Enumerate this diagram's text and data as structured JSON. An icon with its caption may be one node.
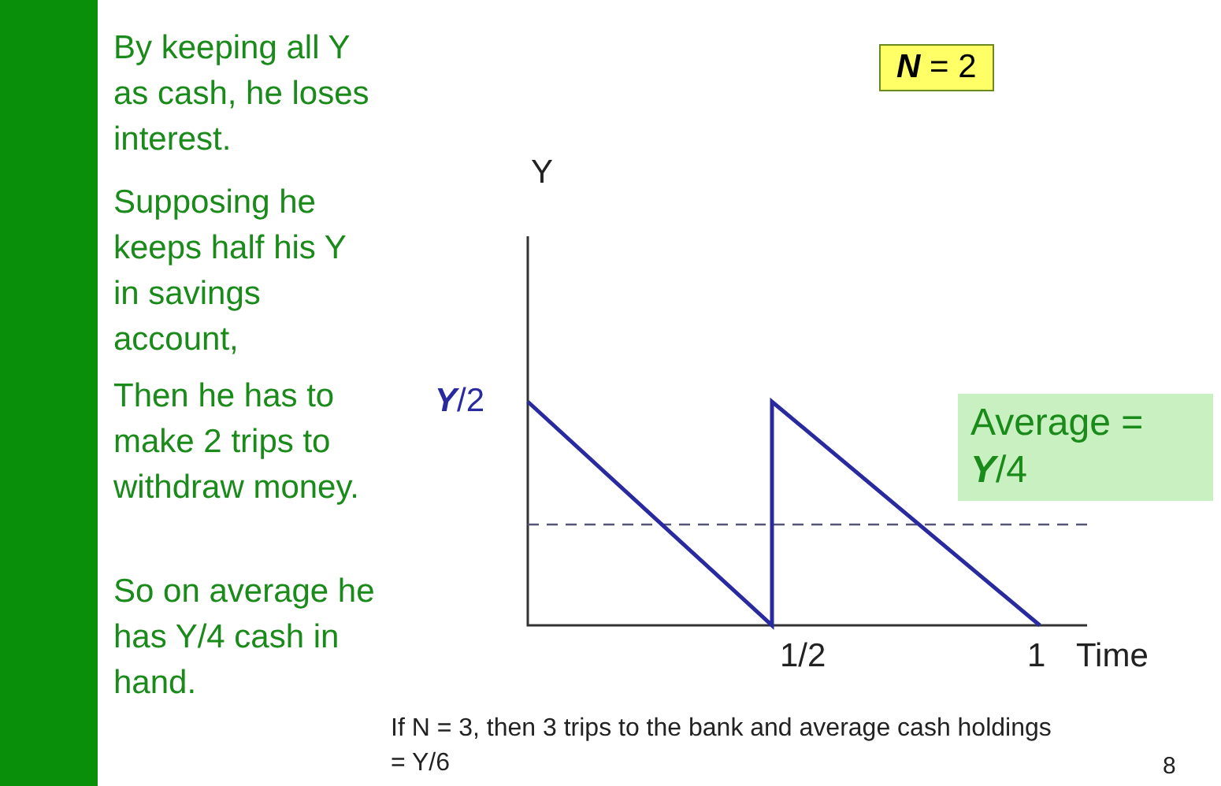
{
  "diagram": {
    "nodes": [
      {
        "text": [],
        "shape": "bar"
      }
    ],
    "labels": [
      "By keeping all Y as cash, he loses interest.",
      "Supposing he keeps half his Y in savings account,",
      "Then he has to make 2 trips to withdraw money.",
      "So on average he has Y/4 cash in hand.",
      "**N** = 2",
      "Y",
      "**Y**/2",
      "Average = **Y**/4",
      "1/2",
      "1",
      "Time",
      "If N = 3, then 3 trips to the bank and average cash holdings = Y/6",
      "8"
    ]
  }
}
